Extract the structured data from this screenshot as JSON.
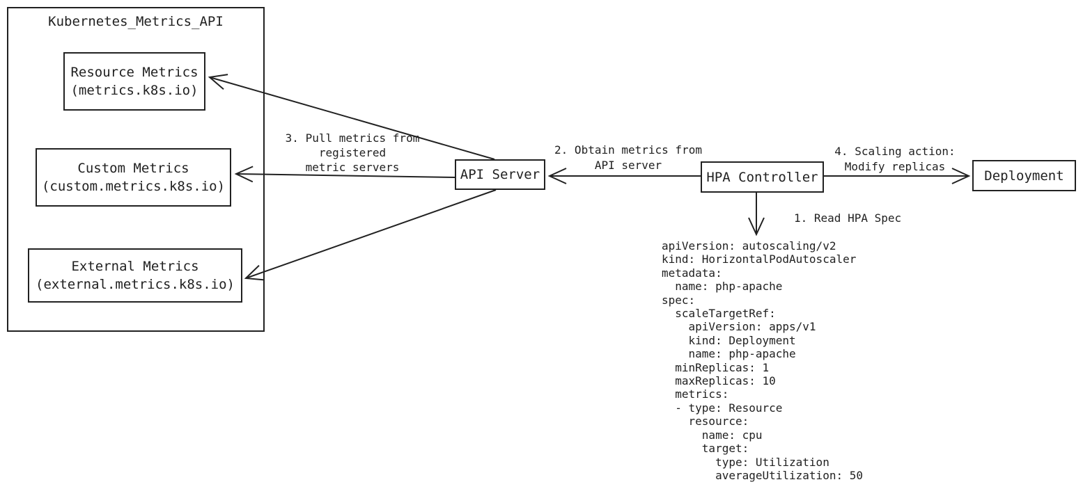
{
  "diagram": {
    "background_color": "#ffffff",
    "line_color": "#212121",
    "text_color": "#212121",
    "group": {
      "title": "Kubernetes_Metrics_API"
    },
    "nodes": {
      "resource_metrics": {
        "lines": [
          "Resource Metrics",
          "(metrics.k8s.io)"
        ]
      },
      "custom_metrics": {
        "lines": [
          "Custom Metrics",
          "(custom.metrics.k8s.io)"
        ]
      },
      "external_metrics": {
        "lines": [
          "External Metrics",
          "(external.metrics.k8s.io)"
        ]
      },
      "api_server": {
        "label": "API Server"
      },
      "hpa_controller": {
        "label": "HPA Controller"
      },
      "deployment": {
        "label": "Deployment"
      }
    },
    "edge_labels": {
      "read_hpa_spec": {
        "lines": [
          "1. Read HPA Spec"
        ]
      },
      "obtain_metrics": {
        "lines": [
          "2. Obtain metrics from",
          "API server"
        ]
      },
      "pull_metrics": {
        "lines": [
          "3. Pull metrics from",
          "registered",
          "metric servers"
        ]
      },
      "scaling_action": {
        "lines": [
          "4. Scaling action:",
          "Modify replicas"
        ]
      }
    },
    "yaml_spec": {
      "lines": [
        "apiVersion: autoscaling/v2",
        "kind: HorizontalPodAutoscaler",
        "metadata:",
        "  name: php-apache",
        "spec:",
        "  scaleTargetRef:",
        "    apiVersion: apps/v1",
        "    kind: Deployment",
        "    name: php-apache",
        "  minReplicas: 1",
        "  maxReplicas: 10",
        "  metrics:",
        "  - type: Resource",
        "    resource:",
        "      name: cpu",
        "      target:",
        "        type: Utilization",
        "        averageUtilization: 50"
      ]
    }
  }
}
